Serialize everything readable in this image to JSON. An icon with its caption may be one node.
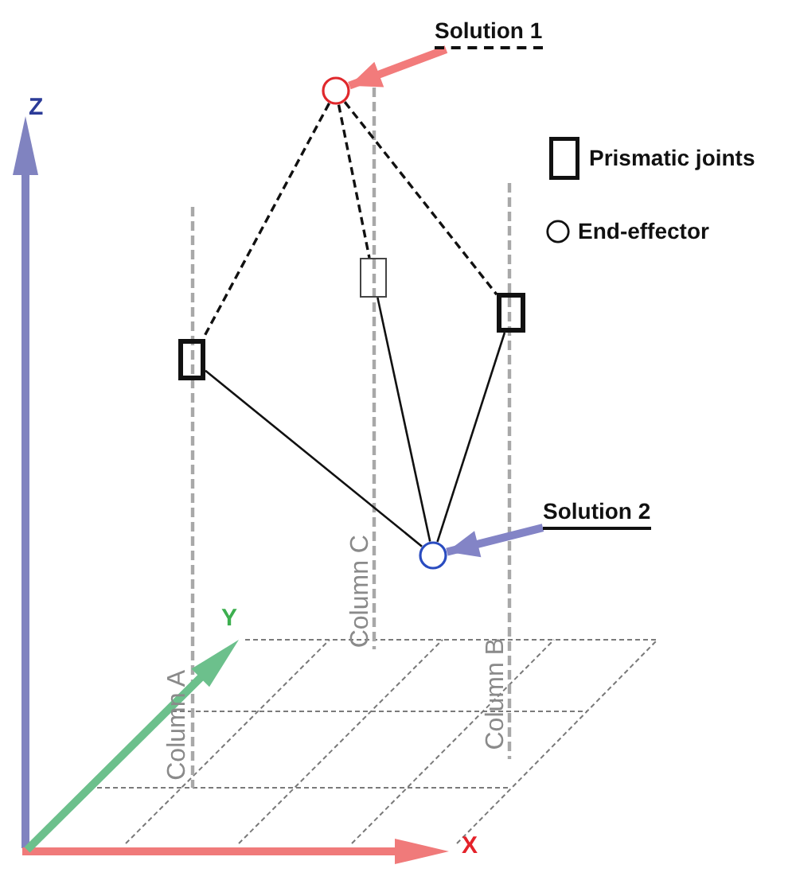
{
  "diagram": {
    "nodes": [
      {
        "text": [
          "Solution 1"
        ]
      },
      {
        "text": [],
        "shape": "circle"
      },
      {
        "text": [],
        "shape": "box"
      },
      {
        "text": [],
        "shape": "box"
      },
      {
        "text": [],
        "shape": "box"
      },
      {
        "text": [
          "Solution 2"
        ]
      },
      {
        "text": [],
        "shape": "circle"
      }
    ],
    "edges": [
      {
        "from": 0,
        "to": 1,
        "arrow": "to",
        "style": "thick",
        "color": "#f27b7b"
      },
      {
        "from": 1,
        "to": 4,
        "arrow": "none",
        "style": "dashed"
      },
      {
        "from": 1,
        "to": 2,
        "arrow": "none",
        "style": "dashed"
      },
      {
        "from": 1,
        "to": 3,
        "arrow": "none",
        "style": "dashed"
      },
      {
        "from": 5,
        "to": 6,
        "arrow": "to",
        "style": "thick",
        "color": "#8384c6"
      },
      {
        "from": 6,
        "to": 4,
        "arrow": "none"
      },
      {
        "from": 6,
        "to": 2,
        "arrow": "none"
      },
      {
        "from": 6,
        "to": 3,
        "arrow": "none"
      }
    ],
    "labels": [
      "Z",
      "Column C",
      "Y",
      "Column B",
      "Column A",
      "X"
    ],
    "legend": [
      {
        "text": "Prismatic joints"
      },
      {
        "text": "End-effector"
      }
    ]
  }
}
